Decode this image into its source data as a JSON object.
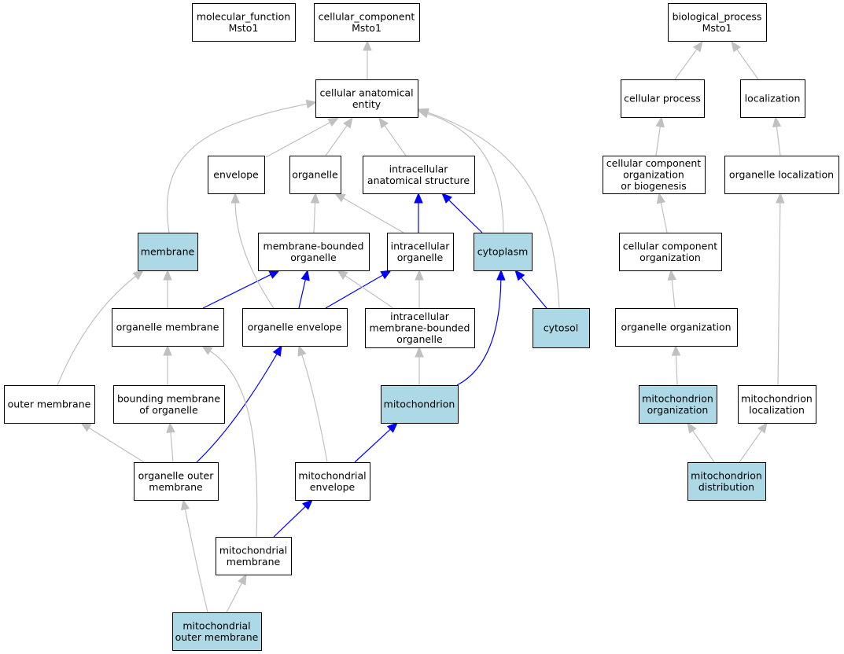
{
  "colors": {
    "highlight_fill": "#add8e6",
    "default_fill": "#ffffff",
    "border": "#000000",
    "edge_gray": "#c0c0c0",
    "edge_blue": "#0000ff"
  },
  "nodes": [
    {
      "id": "molecular_function",
      "lines": [
        "molecular_function",
        "Msto1"
      ],
      "highlight": false
    },
    {
      "id": "cellular_component",
      "lines": [
        "cellular_component",
        "Msto1"
      ],
      "highlight": false
    },
    {
      "id": "biological_process",
      "lines": [
        "biological_process",
        "Msto1"
      ],
      "highlight": false
    },
    {
      "id": "cellular_anatomical_entity",
      "lines": [
        "cellular anatomical",
        "entity"
      ],
      "highlight": false
    },
    {
      "id": "cellular_process",
      "lines": [
        "cellular process"
      ],
      "highlight": false
    },
    {
      "id": "localization",
      "lines": [
        "localization"
      ],
      "highlight": false
    },
    {
      "id": "envelope",
      "lines": [
        "envelope"
      ],
      "highlight": false
    },
    {
      "id": "organelle",
      "lines": [
        "organelle"
      ],
      "highlight": false
    },
    {
      "id": "intracellular_anatomical_structure",
      "lines": [
        "intracellular",
        "anatomical structure"
      ],
      "highlight": false
    },
    {
      "id": "cellular_component_organization_or_biogenesis",
      "lines": [
        "cellular component",
        "organization",
        "or biogenesis"
      ],
      "highlight": false
    },
    {
      "id": "organelle_localization",
      "lines": [
        "organelle localization"
      ],
      "highlight": false
    },
    {
      "id": "membrane",
      "lines": [
        "membrane"
      ],
      "highlight": true
    },
    {
      "id": "membrane_bounded_organelle",
      "lines": [
        "membrane-bounded",
        "organelle"
      ],
      "highlight": false
    },
    {
      "id": "intracellular_organelle",
      "lines": [
        "intracellular",
        "organelle"
      ],
      "highlight": false
    },
    {
      "id": "cytoplasm",
      "lines": [
        "cytoplasm"
      ],
      "highlight": true
    },
    {
      "id": "cellular_component_organization",
      "lines": [
        "cellular component",
        "organization"
      ],
      "highlight": false
    },
    {
      "id": "organelle_membrane",
      "lines": [
        "organelle membrane"
      ],
      "highlight": false
    },
    {
      "id": "organelle_envelope",
      "lines": [
        "organelle envelope"
      ],
      "highlight": false
    },
    {
      "id": "intracellular_membrane_bounded_organelle",
      "lines": [
        "intracellular",
        "membrane-bounded",
        "organelle"
      ],
      "highlight": false
    },
    {
      "id": "cytosol",
      "lines": [
        "cytosol"
      ],
      "highlight": true
    },
    {
      "id": "organelle_organization",
      "lines": [
        "organelle organization"
      ],
      "highlight": false
    },
    {
      "id": "outer_membrane",
      "lines": [
        "outer membrane"
      ],
      "highlight": false
    },
    {
      "id": "bounding_membrane_of_organelle",
      "lines": [
        "bounding membrane",
        "of organelle"
      ],
      "highlight": false
    },
    {
      "id": "mitochondrion",
      "lines": [
        "mitochondrion"
      ],
      "highlight": true
    },
    {
      "id": "mitochondrion_organization",
      "lines": [
        "mitochondrion",
        "organization"
      ],
      "highlight": true
    },
    {
      "id": "mitochondrion_localization",
      "lines": [
        "mitochondrion",
        "localization"
      ],
      "highlight": false
    },
    {
      "id": "organelle_outer_membrane",
      "lines": [
        "organelle outer",
        "membrane"
      ],
      "highlight": false
    },
    {
      "id": "mitochondrial_envelope",
      "lines": [
        "mitochondrial",
        "envelope"
      ],
      "highlight": false
    },
    {
      "id": "mitochondrion_distribution",
      "lines": [
        "mitochondrion",
        "distribution"
      ],
      "highlight": true
    },
    {
      "id": "mitochondrial_membrane",
      "lines": [
        "mitochondrial",
        "membrane"
      ],
      "highlight": false
    },
    {
      "id": "mitochondrial_outer_membrane",
      "lines": [
        "mitochondrial",
        "outer membrane"
      ],
      "highlight": true
    }
  ],
  "edges": [
    {
      "from": "cellular_anatomical_entity",
      "to": "cellular_component",
      "color": "gray"
    },
    {
      "from": "cellular_process",
      "to": "biological_process",
      "color": "gray"
    },
    {
      "from": "localization",
      "to": "biological_process",
      "color": "gray"
    },
    {
      "from": "envelope",
      "to": "cellular_anatomical_entity",
      "color": "gray"
    },
    {
      "from": "organelle",
      "to": "cellular_anatomical_entity",
      "color": "gray"
    },
    {
      "from": "intracellular_anatomical_structure",
      "to": "cellular_anatomical_entity",
      "color": "gray"
    },
    {
      "from": "membrane",
      "to": "cellular_anatomical_entity",
      "color": "gray"
    },
    {
      "from": "cytoplasm",
      "to": "cellular_anatomical_entity",
      "color": "gray"
    },
    {
      "from": "cytosol",
      "to": "cellular_anatomical_entity",
      "color": "gray"
    },
    {
      "from": "cellular_component_organization_or_biogenesis",
      "to": "cellular_process",
      "color": "gray"
    },
    {
      "from": "organelle_localization",
      "to": "localization",
      "color": "gray"
    },
    {
      "from": "membrane_bounded_organelle",
      "to": "organelle",
      "color": "gray"
    },
    {
      "from": "intracellular_organelle",
      "to": "organelle",
      "color": "gray"
    },
    {
      "from": "intracellular_organelle",
      "to": "intracellular_anatomical_structure",
      "color": "blue"
    },
    {
      "from": "cytoplasm",
      "to": "intracellular_anatomical_structure",
      "color": "blue"
    },
    {
      "from": "cellular_component_organization",
      "to": "cellular_component_organization_or_biogenesis",
      "color": "gray"
    },
    {
      "from": "organelle_membrane",
      "to": "membrane",
      "color": "gray"
    },
    {
      "from": "organelle_membrane",
      "to": "membrane_bounded_organelle",
      "color": "blue"
    },
    {
      "from": "organelle_envelope",
      "to": "envelope",
      "color": "gray"
    },
    {
      "from": "organelle_envelope",
      "to": "membrane_bounded_organelle",
      "color": "blue"
    },
    {
      "from": "organelle_envelope",
      "to": "intracellular_organelle",
      "color": "blue"
    },
    {
      "from": "intracellular_membrane_bounded_organelle",
      "to": "membrane_bounded_organelle",
      "color": "gray"
    },
    {
      "from": "intracellular_membrane_bounded_organelle",
      "to": "intracellular_organelle",
      "color": "gray"
    },
    {
      "from": "cytosol",
      "to": "cytoplasm",
      "color": "blue"
    },
    {
      "from": "organelle_organization",
      "to": "cellular_component_organization",
      "color": "gray"
    },
    {
      "from": "outer_membrane",
      "to": "membrane",
      "color": "gray"
    },
    {
      "from": "bounding_membrane_of_organelle",
      "to": "organelle_membrane",
      "color": "gray"
    },
    {
      "from": "mitochondrion",
      "to": "intracellular_membrane_bounded_organelle",
      "color": "gray"
    },
    {
      "from": "mitochondrion",
      "to": "cytoplasm",
      "color": "blue"
    },
    {
      "from": "mitochondrion_organization",
      "to": "organelle_organization",
      "color": "gray"
    },
    {
      "from": "mitochondrion_localization",
      "to": "organelle_localization",
      "color": "gray"
    },
    {
      "from": "organelle_outer_membrane",
      "to": "outer_membrane",
      "color": "gray"
    },
    {
      "from": "organelle_outer_membrane",
      "to": "bounding_membrane_of_organelle",
      "color": "gray"
    },
    {
      "from": "organelle_outer_membrane",
      "to": "organelle_envelope",
      "color": "blue"
    },
    {
      "from": "mitochondrial_envelope",
      "to": "organelle_envelope",
      "color": "gray"
    },
    {
      "from": "mitochondrial_envelope",
      "to": "mitochondrion",
      "color": "blue"
    },
    {
      "from": "mitochondrion_distribution",
      "to": "mitochondrion_organization",
      "color": "gray"
    },
    {
      "from": "mitochondrion_distribution",
      "to": "mitochondrion_localization",
      "color": "gray"
    },
    {
      "from": "mitochondrial_membrane",
      "to": "organelle_membrane",
      "color": "gray"
    },
    {
      "from": "mitochondrial_membrane",
      "to": "mitochondrial_envelope",
      "color": "blue"
    },
    {
      "from": "mitochondrial_outer_membrane",
      "to": "organelle_outer_membrane",
      "color": "gray"
    },
    {
      "from": "mitochondrial_outer_membrane",
      "to": "mitochondrial_membrane",
      "color": "gray"
    }
  ]
}
